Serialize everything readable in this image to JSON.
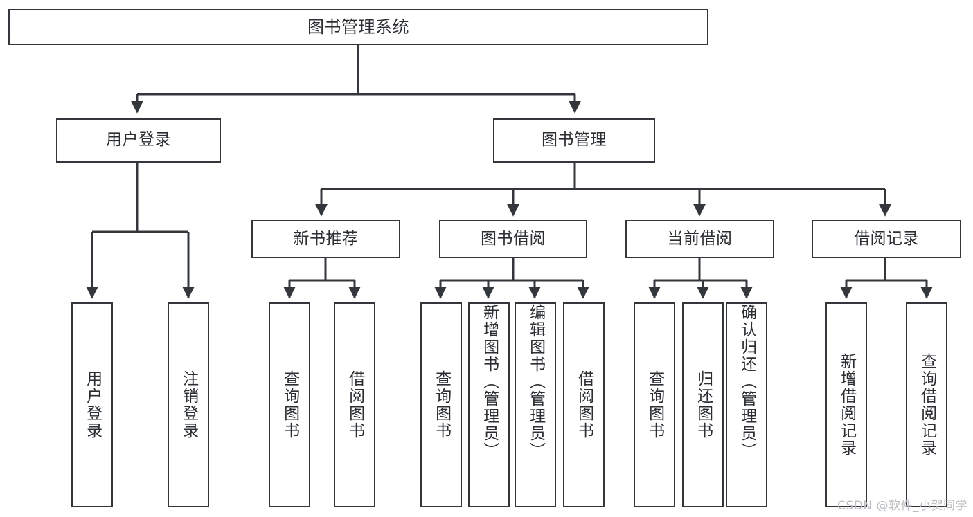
{
  "diagram": {
    "title": "图书管理系统",
    "watermark": "CSDN @软件_小贺同学",
    "colors": {
      "stroke": "#33373b",
      "text": "#2b2f33",
      "background": "#ffffff",
      "watermark": "#b9bcc0"
    },
    "levels": {
      "root": {
        "label": "图书管理系统"
      },
      "level2": [
        {
          "label": "用户登录"
        },
        {
          "label": "图书管理"
        }
      ],
      "level3": [
        {
          "label": "新书推荐"
        },
        {
          "label": "图书借阅"
        },
        {
          "label": "当前借阅"
        },
        {
          "label": "借阅记录"
        }
      ],
      "leaves": [
        {
          "label": "用户登录",
          "parent": "用户登录",
          "align": "center"
        },
        {
          "label": "注销登录",
          "parent": "用户登录",
          "align": "center"
        },
        {
          "label": "查询图书",
          "parent": "新书推荐",
          "align": "center"
        },
        {
          "label": "借阅图书",
          "parent": "新书推荐",
          "align": "center"
        },
        {
          "label": "查询图书",
          "parent": "图书借阅",
          "align": "center"
        },
        {
          "label": "新增图书（管理员）",
          "parent": "图书借阅",
          "align": "top"
        },
        {
          "label": "编辑图书（管理员）",
          "parent": "图书借阅",
          "align": "top"
        },
        {
          "label": "借阅图书",
          "parent": "图书借阅",
          "align": "center"
        },
        {
          "label": "查询图书",
          "parent": "当前借阅",
          "align": "center"
        },
        {
          "label": "归还图书",
          "parent": "当前借阅",
          "align": "center"
        },
        {
          "label": "确认归还（管理员）",
          "parent": "当前借阅",
          "align": "top"
        },
        {
          "label": "新增借阅记录",
          "parent": "借阅记录",
          "align": "center"
        },
        {
          "label": "查询借阅记录",
          "parent": "借阅记录",
          "align": "center"
        }
      ]
    }
  }
}
